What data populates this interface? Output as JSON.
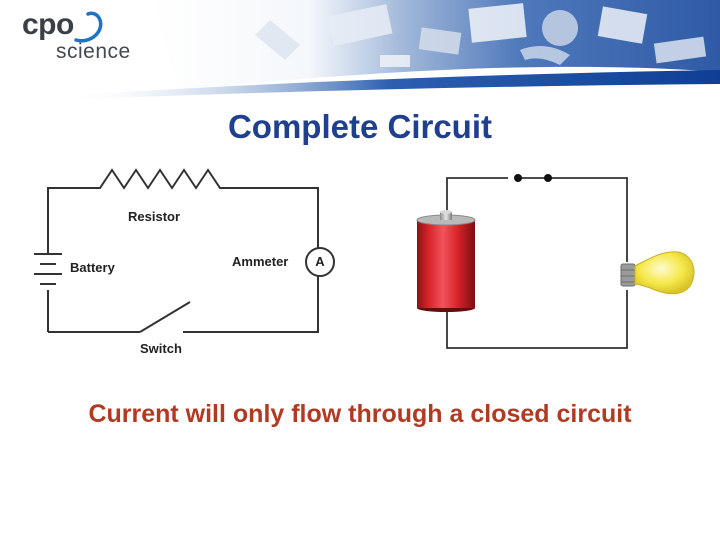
{
  "logo": {
    "line1": "cpo",
    "line2": "science"
  },
  "title": "Complete Circuit",
  "schematic": {
    "resistor_label": "Resistor",
    "battery_label": "Battery",
    "ammeter_label": "Ammeter",
    "ammeter_symbol": "A",
    "switch_label": "Switch"
  },
  "caption": "Current will only flow through a closed circuit",
  "colors": {
    "title": "#1f3f8f",
    "caption": "#b13a22",
    "battery_red": "#d8232a",
    "bulb_yellow": "#f5e84a",
    "header_blue": "#1e4fa3"
  },
  "icons": [
    "cpo-science-logo",
    "circuit-schematic",
    "battery-cell-icon",
    "light-bulb-icon",
    "switch-contacts-icon"
  ]
}
